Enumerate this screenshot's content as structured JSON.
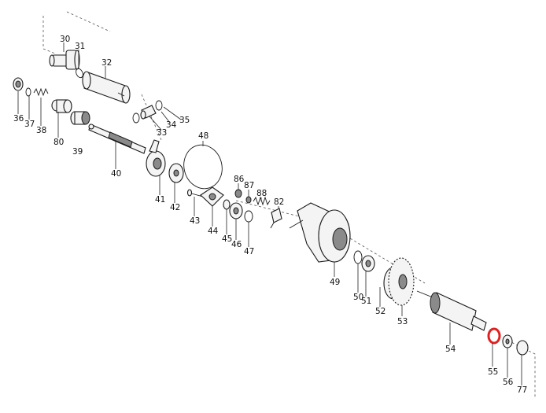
{
  "labels": {
    "l30": "30",
    "l31": "31",
    "l32": "32",
    "l33": "33",
    "l34": "34",
    "l35": "35",
    "l36": "36",
    "l37": "37",
    "l38": "38",
    "l80": "80",
    "l39": "39",
    "l40": "40",
    "l41": "41",
    "l42": "42",
    "l48": "48",
    "l43": "43",
    "l44": "44",
    "l45": "45",
    "l46": "46",
    "l47": "47",
    "l86": "86",
    "l87": "87",
    "l88": "88",
    "l82": "82",
    "l49": "49",
    "l50": "50",
    "l51": "51",
    "l52": "52",
    "l53": "53",
    "l54": "54",
    "l55": "55",
    "l56": "56",
    "l77": "77"
  },
  "colors": {
    "highlight": "#e02020",
    "ink": "#1a1a1a"
  }
}
